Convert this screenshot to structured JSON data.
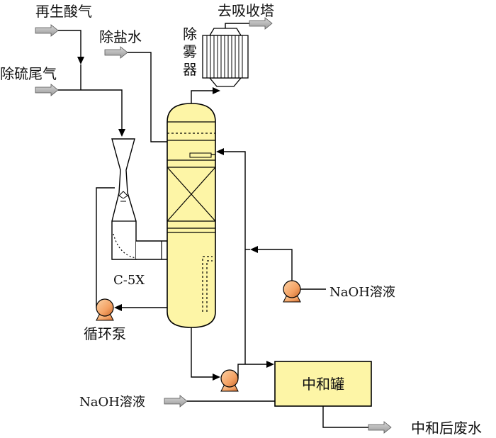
{
  "labels": {
    "regen_acid_gas": "再生酸气",
    "desulf_tail_gas": "除硫尾气",
    "demin_water": "除盐水",
    "to_absorber": "去吸收塔",
    "demister_line1": "除",
    "demister_line2": "雾",
    "demister_line3": "器",
    "venturi_name": "C-5X",
    "circ_pump": "循环泵",
    "naoh_solution_right": "NaOH溶液",
    "naoh_solution_bottom": "NaOH溶液",
    "neutralization_tank": "中和罐",
    "neutralized_wastewater": "中和后废水"
  },
  "colors": {
    "vessel_fill": "#fdf5a6",
    "pump_fill": "#f4a163",
    "arrow_fill": "#b3b3b3"
  },
  "icons": {
    "pump": "centrifugal-pump-icon",
    "flow_arrow": "gray-block-arrow-icon"
  }
}
